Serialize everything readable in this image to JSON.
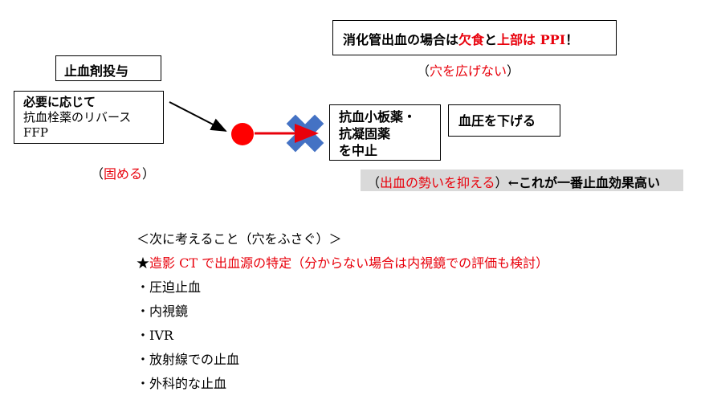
{
  "ppi_box": {
    "prefix": "消化管出血の場合は",
    "fasting": "欠食",
    "and": "と",
    "upper": "上部は",
    "ppi": " PPI",
    "suffix": "！"
  },
  "hole_note": {
    "open": "（",
    "text": "穴を広げない",
    "close": "）"
  },
  "hemostatic_box": {
    "label": "止血剤投与"
  },
  "reversal_box": {
    "title": "必要に応じて",
    "line2": "抗血栓薬のリバース",
    "line3": "FFP"
  },
  "clot_note": {
    "open": "（",
    "text": "固める",
    "close": "）"
  },
  "stop_drugs_box": {
    "line1": "抗血小板薬・",
    "line2": "抗凝固薬",
    "line3": "を中止"
  },
  "bp_box": {
    "label": "血圧を下げる"
  },
  "highlight": {
    "open": "（",
    "text": "出血の勢いを抑える",
    "close": "）",
    "suffix": "←これが一番止血効果高い"
  },
  "next_steps": {
    "heading": "＜次に考えること（穴をふさぐ）＞",
    "star": "★",
    "ct": "造影 CT で出血源の特定（分からない場合は内視鏡での評価も検討）",
    "items": [
      "・圧迫止血",
      "・内視鏡",
      "・IVR",
      "・放射線での止血",
      "・外科的な止血"
    ]
  },
  "colors": {
    "accent_red": "#e8000b",
    "cross_blue": "#4472c4",
    "highlight_gray": "#d9d9d9"
  },
  "icons": [
    "bleeding-point-icon",
    "blocked-cross-icon",
    "arrow-icon"
  ]
}
